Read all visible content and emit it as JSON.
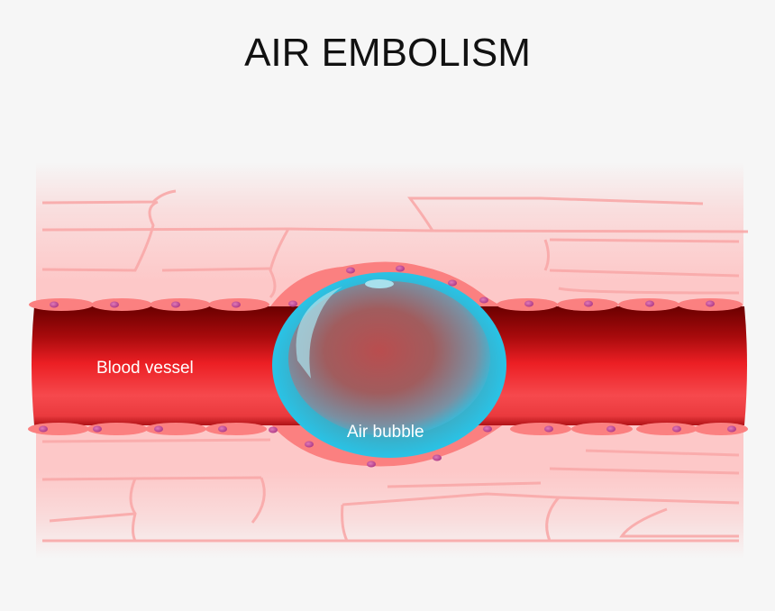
{
  "title": "AIR EMBOLISM",
  "labels": {
    "blood_vessel": "Blood vessel",
    "air_bubble": "Air bubble"
  },
  "colors": {
    "background": "#f6f6f6",
    "tissue": "#fdc8c8",
    "tissue_lines": "#f9a9a9",
    "endothelial_cell": "#fb8080",
    "nucleus": "#c84a9a",
    "vessel_dark": "#6b0000",
    "vessel_mid": "#ec1f24",
    "vessel_light": "#f6494d",
    "bubble_rim": "#29c3e6",
    "bubble_core": "#b44a4a",
    "label_text": "#ffffff"
  }
}
